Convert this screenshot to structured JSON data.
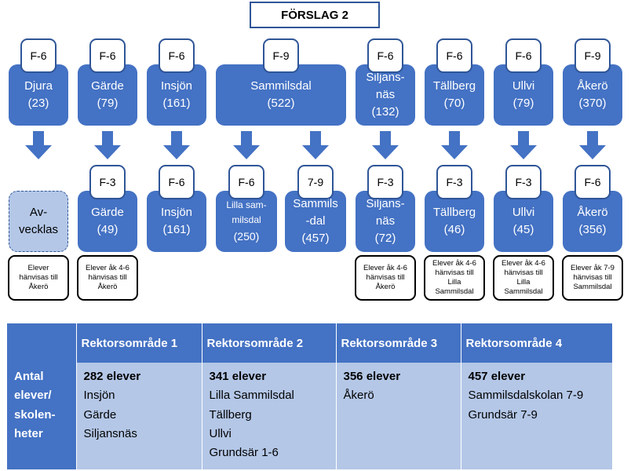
{
  "title": "FÖRSLAG 2",
  "top_schools": [
    {
      "tag": "F-6",
      "name": "Djura",
      "count": "(23)"
    },
    {
      "tag": "F-6",
      "name": "Gärde",
      "count": "(79)"
    },
    {
      "tag": "F-6",
      "name": "Insjön",
      "count": "(161)"
    },
    {
      "tag": "F-9",
      "name": "Sammilsdal",
      "count": "(522)"
    },
    {
      "tag": "F-6",
      "name": "Siljans-\nnäs",
      "count": "(132)"
    },
    {
      "tag": "F-6",
      "name": "Tällberg",
      "count": "(70)"
    },
    {
      "tag": "F-6",
      "name": "Ullvi",
      "count": "(79)"
    },
    {
      "tag": "F-9",
      "name": "Åkerö",
      "count": "(370)"
    }
  ],
  "bottom_schools": [
    {
      "tag": "",
      "name": "Av-\nvecklas",
      "count": ""
    },
    {
      "tag": "F-3",
      "name": "Gärde",
      "count": "(49)"
    },
    {
      "tag": "F-6",
      "name": "Insjön",
      "count": "(161)"
    },
    {
      "tag": "F-6",
      "name": "Lilla sam-\nmilsdal",
      "count": "(250)"
    },
    {
      "tag": "7-9",
      "name": "Sammils\n-dal",
      "count": "(457)"
    },
    {
      "tag": "F-3",
      "name": "Siljans-\nnäs",
      "count": "(72)"
    },
    {
      "tag": "F-3",
      "name": "Tällberg",
      "count": "(46)"
    },
    {
      "tag": "F-3",
      "name": "Ullvi",
      "count": "(45)"
    },
    {
      "tag": "F-6",
      "name": "Åkerö",
      "count": "(356)"
    }
  ],
  "notes": [
    "Elever\nhänvisas till\nÅkerö",
    "Elever åk 4-6\nhänvisas till\nÅkerö",
    "Elever åk 4-6\nhänvisas till\nÅkerö",
    "Elever åk 4-6\nhänvisas till\nLilla\nSammilsdal",
    "Elever åk 4-6\nhänvisas till\nLilla\nSammilsdal",
    "Elever åk 7-9\nhänvisas till\nSammilsdal"
  ],
  "table": {
    "headers": [
      "",
      "Rektorsområde 1",
      "Rektorsområde 2",
      "Rektorsområde 3",
      "Rektorsområde 4"
    ],
    "row_header": "Antal\nelever/\nskolen-\nheter",
    "areas": [
      {
        "count": "282 elever",
        "items": [
          "Insjön",
          "Gärde",
          "Siljansnäs"
        ]
      },
      {
        "count": "341 elever",
        "items": [
          "Lilla Sammilsdal",
          "Tällberg",
          "Ullvi",
          "Grundsär 1-6"
        ]
      },
      {
        "count": "356 elever",
        "items": [
          "Åkerö"
        ]
      },
      {
        "count": "457 elever",
        "items": [
          "Sammilsdalskolan 7-9",
          "Grundsär 7-9"
        ]
      }
    ]
  },
  "colors": {
    "box": "#4472c4",
    "box_light": "#b4c7e7",
    "border": "#2f5597"
  }
}
